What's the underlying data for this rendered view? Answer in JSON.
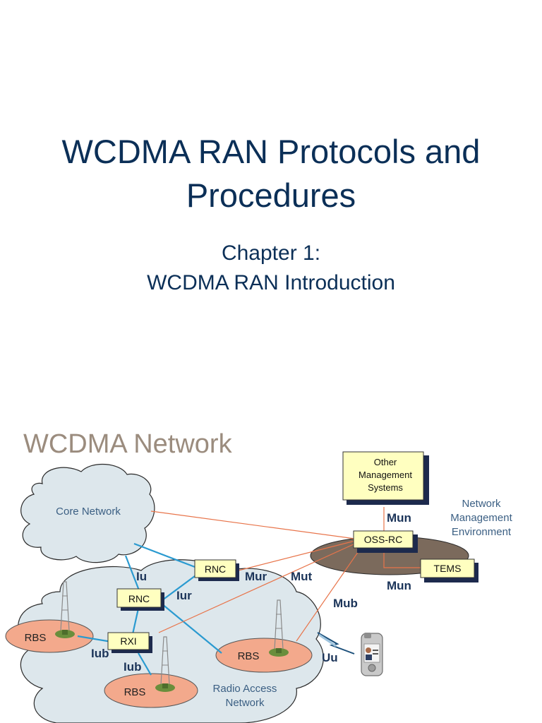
{
  "slide1": {
    "title_line1": "WCDMA RAN Protocols and",
    "title_line2": "Procedures",
    "subtitle_line1": "Chapter 1:",
    "subtitle_line2": "WCDMA RAN Introduction"
  },
  "slide2": {
    "title": "WCDMA Network",
    "core_network": "Core Network",
    "radio_access_network_line1": "Radio Access",
    "radio_access_network_line2": "Network",
    "nme_line1": "Network",
    "nme_line2": "Management",
    "nme_line3": "Environment",
    "other_mgmt_line1": "Other",
    "other_mgmt_line2": "Management",
    "other_mgmt_line3": "Systems",
    "oss_rc": "OSS-RC",
    "tems": "TEMS",
    "rnc": "RNC",
    "rxi": "RXI",
    "rbs": "RBS",
    "interfaces": {
      "iu": "Iu",
      "iur": "Iur",
      "iub": "Iub",
      "uu": "Uu",
      "mur": "Mur",
      "mut": "Mut",
      "mub": "Mub",
      "mun": "Mun"
    }
  }
}
